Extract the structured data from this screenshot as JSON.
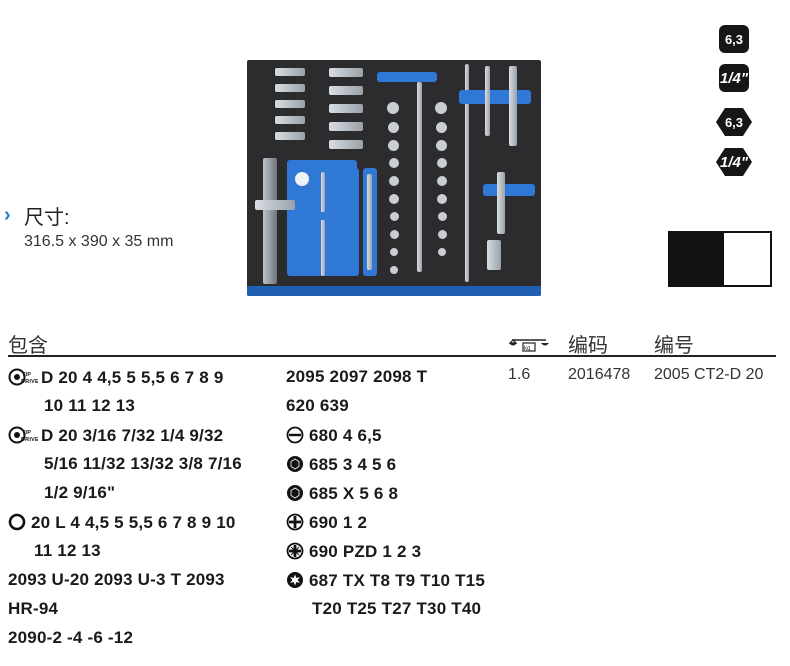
{
  "dimensions": {
    "label": "尺寸:",
    "value": "316.5 x 390 x 35 mm"
  },
  "badges": {
    "square_metric": "6,3",
    "square_inch": "1/4\"",
    "hex_metric": "6,3",
    "hex_inch": "1/4\""
  },
  "colors": {
    "accent": "#1f7fd1",
    "foam": "#2c2c2e",
    "tray": "#2f78d6"
  },
  "table": {
    "col_contents": "包含",
    "col_code": "编码",
    "col_number": "编号",
    "weight": "1.6",
    "code": "2016478",
    "number": "2005 CT2-D 20",
    "left_column": [
      {
        "icon": "tip-drive-icon",
        "lines": [
          "D 20 4  4,5  5  5,5  6  7  8  9",
          "10  11  12  13"
        ]
      },
      {
        "icon": "tip-drive-icon",
        "lines": [
          "D 20 3/16  7/32  1/4  9/32",
          "5/16  11/32  13/32  3/8  7/16",
          "1/2  9/16\""
        ]
      },
      {
        "icon": "ring-icon",
        "lines": [
          "20 L 4  4,5  5  5,5  6  7  8  9  10",
          "11  12  13"
        ]
      },
      {
        "icon": "",
        "lines": [
          "2093 U-20  2093 U-3 T  2093",
          "HR-94"
        ]
      },
      {
        "icon": "",
        "lines": [
          "2090-2  -4  -6  -12"
        ]
      }
    ],
    "right_column": [
      {
        "icon": "",
        "lines": [
          "2095  2097  2098 T",
          "620  639"
        ]
      },
      {
        "icon": "slot-icon",
        "lines": [
          "680 4  6,5"
        ]
      },
      {
        "icon": "hex-socket-icon",
        "lines": [
          "685 3  4  5  6"
        ]
      },
      {
        "icon": "hex-socket-icon",
        "lines": [
          "685 X 5  6  8"
        ]
      },
      {
        "icon": "phillips-icon",
        "lines": [
          "690 1  2"
        ]
      },
      {
        "icon": "pozidriv-icon",
        "lines": [
          "690 PZD 1  2  3"
        ]
      },
      {
        "icon": "torx-icon",
        "lines": [
          "687 TX T8  T9  T10  T15",
          "T20  T25  T27  T30  T40"
        ]
      }
    ]
  }
}
